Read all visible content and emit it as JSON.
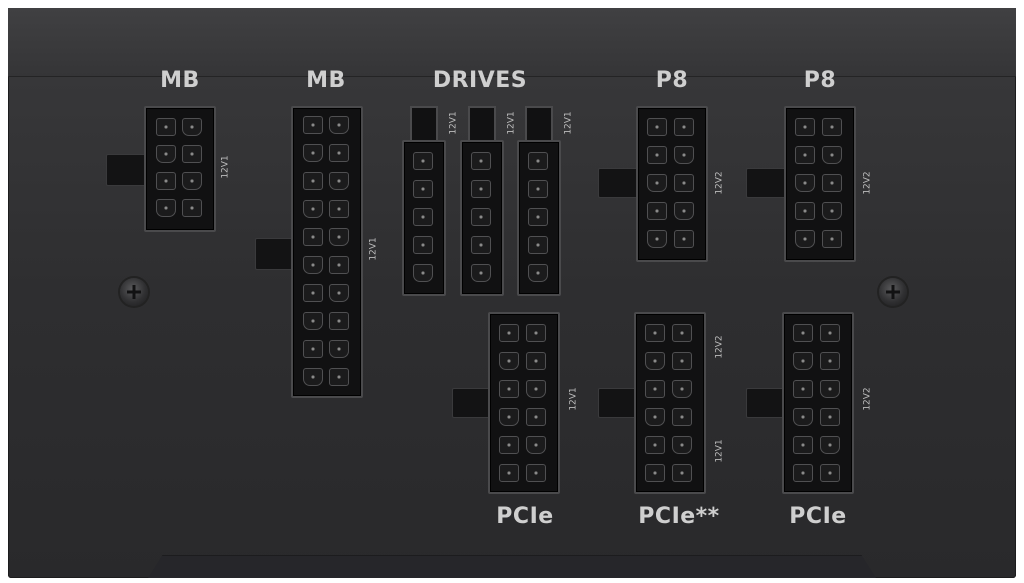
{
  "labels": {
    "top": [
      "MB",
      "MB",
      "DRIVES",
      "P8",
      "P8"
    ],
    "bottom": [
      "PCIe",
      "PCIe**",
      "PCIe"
    ]
  },
  "rails": {
    "mb_small": "12V1",
    "mb_large": "12V1",
    "drive1": "12V1",
    "drive2": "12V1",
    "drive3": "12V1",
    "p8_left": "12V2",
    "p8_right": "12V2",
    "pcie_left": "12V1",
    "pcie_mid_top": "12V2",
    "pcie_mid_bottom": "12V1",
    "pcie_right": "12V2"
  },
  "colors": {
    "panel": "#2e2e30",
    "connector": "#111112",
    "label": "#cfcfcf"
  }
}
